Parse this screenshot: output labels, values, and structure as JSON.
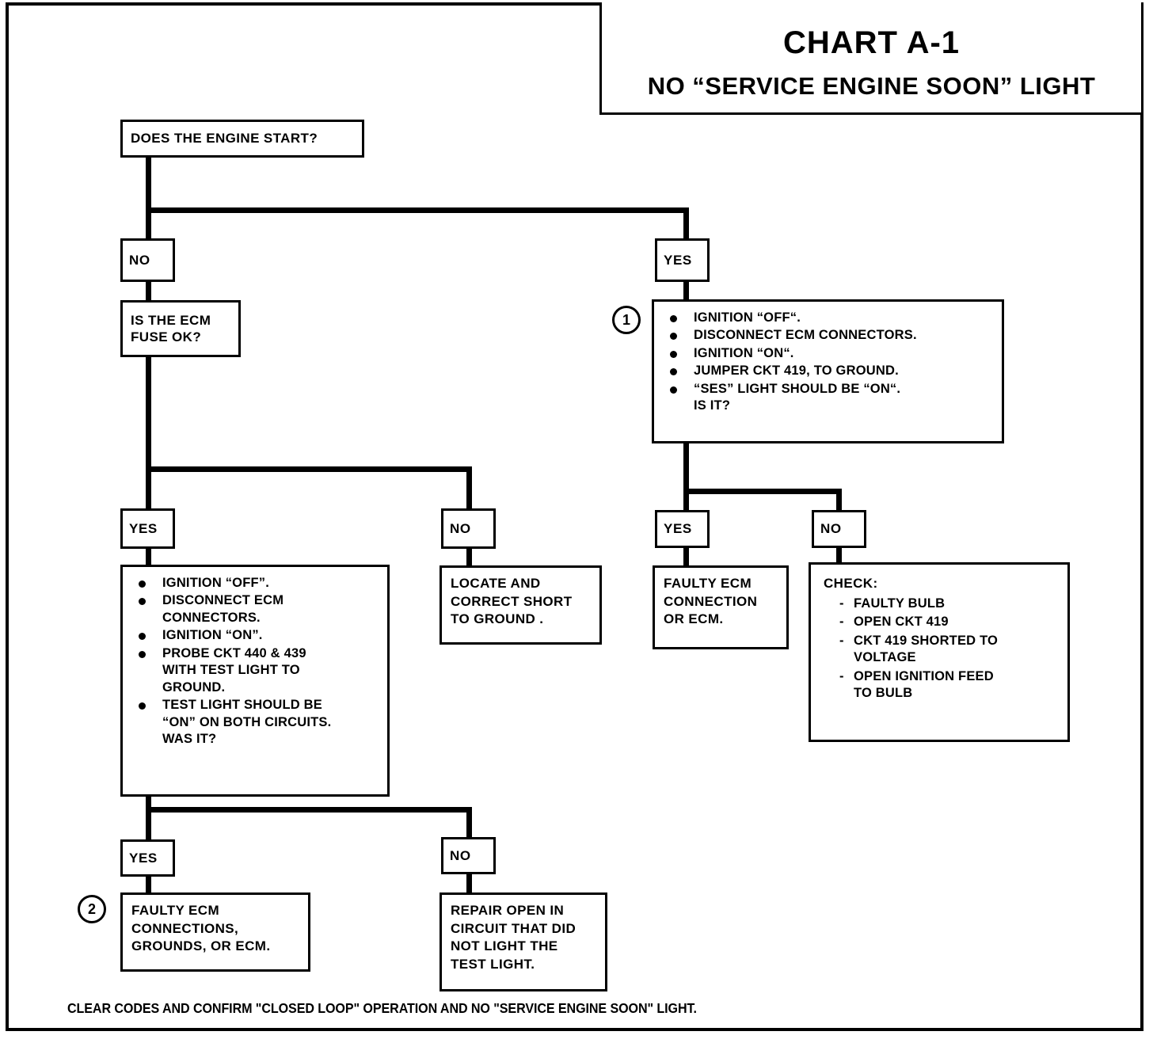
{
  "title": {
    "chart_number": "CHART A-1",
    "subtitle": "NO “SERVICE ENGINE SOON” LIGHT"
  },
  "nodes": {
    "start_question": "DOES THE ENGINE START?",
    "start_no_tag": "NO",
    "start_yes_tag": "YES",
    "ecm_fuse_question": "IS THE ECM\nFUSE OK?",
    "fuse_yes_tag": "YES",
    "fuse_no_tag": "NO",
    "locate_short": "LOCATE  AND\nCORRECT SHORT\nTO GROUND .",
    "test_light_yes_tag": "YES",
    "test_light_no_tag": "NO",
    "faulty_ecm_connections": "FAULTY ECM\nCONNECTIONS,\nGROUNDS, OR ECM.",
    "repair_open": "REPAIR OPEN IN\nCIRCUIT THAT DID\nNOT LIGHT THE\nTEST LIGHT.",
    "ses_yes_tag": "YES",
    "ses_no_tag": "NO",
    "faulty_ecm_connection": "FAULTY ECM\nCONNECTION\nOR ECM."
  },
  "ses_test_box": {
    "callout": "1",
    "items": [
      "IGNITION “OFF“.",
      "DISCONNECT ECM CONNECTORS.",
      "IGNITION “ON“.",
      "JUMPER CKT 419,  TO GROUND.",
      "“SES” LIGHT  SHOULD BE “ON“.\nIS IT?"
    ]
  },
  "test_light_box": {
    "callout": "2",
    "items": [
      "IGNITION “OFF”.",
      "DISCONNECT ECM\nCONNECTORS.",
      "IGNITION “ON”.",
      "PROBE CKT 440 & 439\nWITH TEST LIGHT TO\nGROUND.",
      "TEST LIGHT  SHOULD BE\n“ON” ON BOTH CIRCUITS.\nWAS IT?"
    ]
  },
  "check_box": {
    "header": "CHECK:",
    "items": [
      "FAULTY BULB",
      "OPEN CKT 419",
      "CKT 419 SHORTED TO\nVOLTAGE",
      "OPEN IGNITION FEED\nTO BULB"
    ],
    "dash": "-"
  },
  "footer": "CLEAR CODES AND CONFIRM \"CLOSED LOOP\" OPERATION AND NO \"SERVICE ENGINE SOON\" LIGHT.",
  "colors": {
    "ink": "#000000",
    "paper": "#ffffff"
  }
}
